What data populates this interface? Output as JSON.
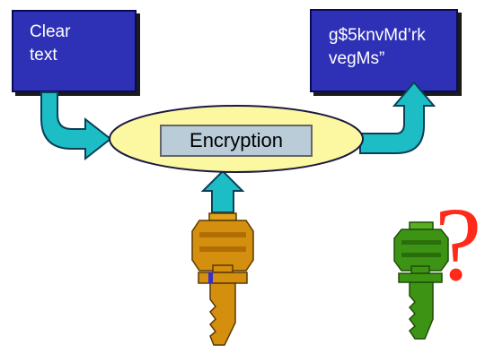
{
  "clear_box": {
    "lines": [
      "Clear",
      "text"
    ]
  },
  "cipher_box": {
    "lines": [
      "g$5knvMd’rk",
      "vegMs”"
    ]
  },
  "process": {
    "label": "Encryption"
  },
  "question": {
    "text": "?"
  },
  "colors": {
    "box_fill": "#2e31b5",
    "arrow_fill": "#1dbdc6",
    "ellipse_fill": "#fcf7a1",
    "label_fill": "#b9ccd8",
    "gold_key": "#d58f0e",
    "green_key": "#3d9414",
    "question": "#ff2a1a"
  }
}
